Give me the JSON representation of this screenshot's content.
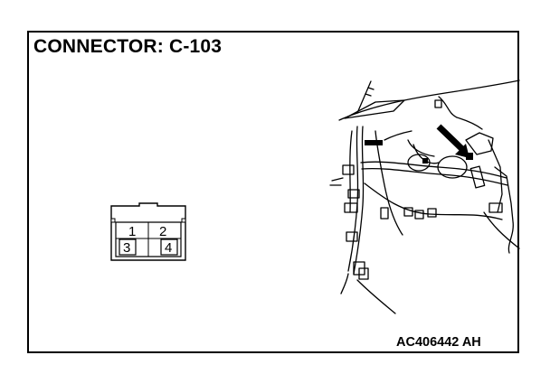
{
  "diagram": {
    "title": "CONNECTOR: C-103",
    "figure_code": "AC406442 AH",
    "connector": {
      "pins": [
        {
          "number": "1"
        },
        {
          "number": "2"
        },
        {
          "number": "3"
        },
        {
          "number": "4"
        }
      ]
    },
    "illustration": {
      "subject": "dashboard-wiring-harness",
      "arrow_icon": "pointer-arrow-icon"
    }
  }
}
